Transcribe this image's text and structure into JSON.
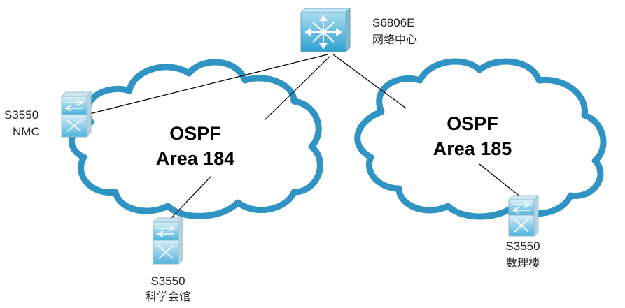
{
  "diagram": {
    "core_switch": {
      "model": "S6806E",
      "location": "网络中心"
    },
    "areas": [
      {
        "id": "area-184",
        "line1": "OSPF",
        "line2": "Area 184"
      },
      {
        "id": "area-185",
        "line1": "OSPF",
        "line2": "Area 185"
      }
    ],
    "switches": {
      "nmc": {
        "model": "S3550",
        "location": "NMC"
      },
      "science_hall": {
        "model": "S3550",
        "location": "科学会馆"
      },
      "math_building": {
        "model": "S3550",
        "location": "数理楼"
      }
    },
    "colors": {
      "cloud_stroke": "#2f93c4",
      "cloud_fill": "#ffffff",
      "device_face_top": "#cfeaf3",
      "device_face_bottom": "#66bfe0",
      "device_side": "#a8cfdc",
      "link": "#000000"
    }
  }
}
